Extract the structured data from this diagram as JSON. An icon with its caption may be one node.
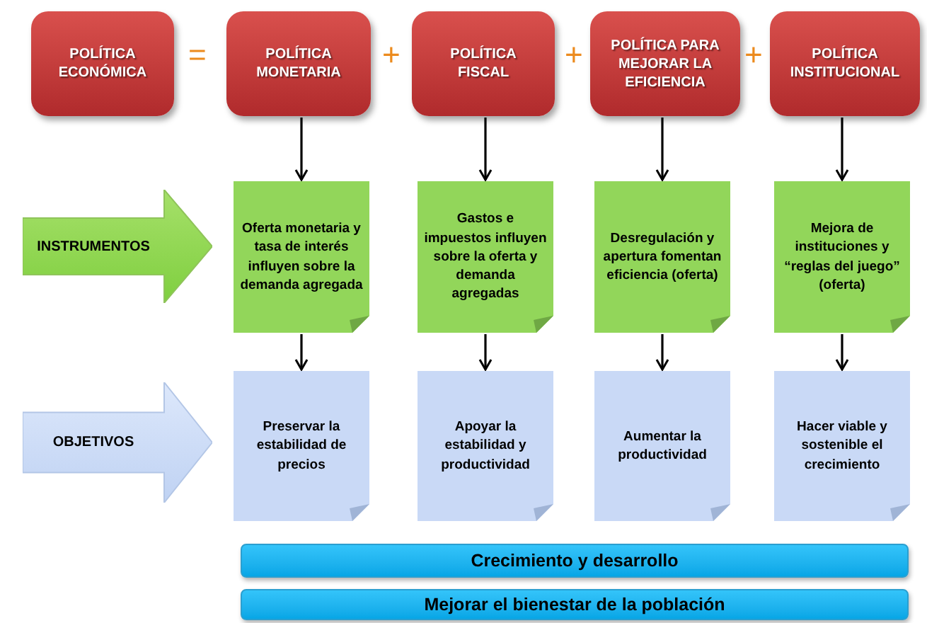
{
  "diagram": {
    "nodes": [
      {
        "text": [
          "POLÍTICA ECONÓMICA"
        ]
      },
      {
        "text": [
          "POLÍTICA MONETARIA"
        ]
      },
      {
        "text": [
          "POLÍTICA FISCAL"
        ]
      },
      {
        "text": [
          "POLÍTICA PARA MEJORAR LA EFICIENCIA"
        ]
      },
      {
        "text": [
          "POLÍTICA INSTITUCIONAL"
        ]
      },
      {
        "text": [
          "INSTRUMENTOS"
        ]
      },
      {
        "text": [
          "Oferta monetaria y tasa de interés influyen sobre la demanda agregada"
        ]
      },
      {
        "text": [
          "Gastos e impuestos influyen sobre la oferta y demanda agregadas"
        ]
      },
      {
        "text": [
          "Desregulación y apertura fomentan eficiencia (oferta)"
        ]
      },
      {
        "text": [
          "Mejora de instituciones y “reglas del juego” (oferta)"
        ]
      },
      {
        "text": [
          "OBJETIVOS"
        ]
      },
      {
        "text": [
          "Preservar la estabilidad de precios"
        ]
      },
      {
        "text": [
          "Apoyar la estabilidad y productividad"
        ]
      },
      {
        "text": [
          "Aumentar la productividad"
        ]
      },
      {
        "text": [
          "Hacer viable y sostenible el crecimiento"
        ]
      },
      {
        "text": [
          "Crecimiento y desarrollo"
        ]
      },
      {
        "text": [
          "Mejorar el bienestar de la población"
        ]
      }
    ],
    "edges": [
      {
        "from": 1,
        "to": 6,
        "arrow": "to"
      },
      {
        "from": 2,
        "to": 7,
        "arrow": "to"
      },
      {
        "from": 3,
        "to": 8,
        "arrow": "to"
      },
      {
        "from": 4,
        "to": 9,
        "arrow": "to"
      },
      {
        "from": 6,
        "to": 11,
        "arrow": "to"
      },
      {
        "from": 7,
        "to": 12,
        "arrow": "to"
      },
      {
        "from": 8,
        "to": 13,
        "arrow": "to"
      },
      {
        "from": 9,
        "to": 14,
        "arrow": "to"
      }
    ],
    "labels": [
      "=",
      "+",
      "+",
      "+"
    ]
  }
}
